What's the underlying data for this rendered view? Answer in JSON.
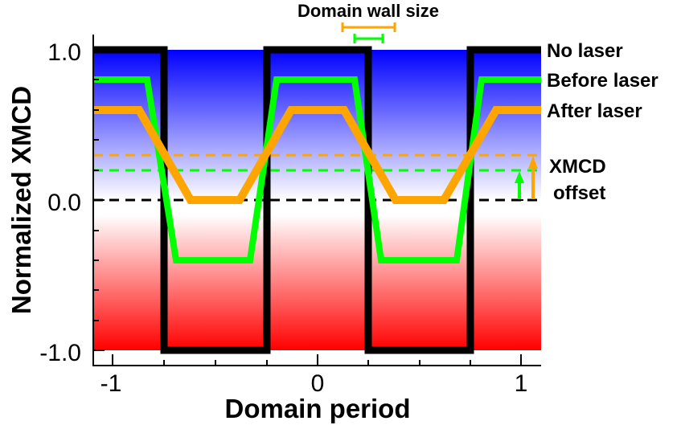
{
  "chart_data": {
    "type": "line",
    "title": "",
    "xlabel": "Domain period",
    "ylabel": "Normalized XMCD",
    "xlim": [
      -1.1,
      1.1
    ],
    "ylim": [
      -1.0,
      1.0
    ],
    "x_ticks": [
      -1,
      0,
      1
    ],
    "x_tick_labels": [
      "-1",
      "0",
      "1"
    ],
    "x_minor_ticks": [
      -0.75,
      -0.5,
      -0.25,
      0.25,
      0.5,
      0.75
    ],
    "y_ticks": [
      -1.0,
      0.0,
      1.0
    ],
    "y_tick_labels": [
      "-1.0",
      "0.0",
      "1.0"
    ],
    "y_minor_ticks": [
      -0.8,
      -0.6,
      -0.4,
      -0.2,
      0.2,
      0.4,
      0.6,
      0.8
    ],
    "grid": false,
    "background_gradient": {
      "top_color": "#0000ff",
      "middle_color": "#ffffff",
      "bottom_color": "#ff0000"
    },
    "series": [
      {
        "name": "No laser",
        "color": "#000000",
        "x": [
          -1.1,
          -0.75,
          -0.75,
          -0.25,
          -0.25,
          0.25,
          0.25,
          0.75,
          0.75,
          1.1
        ],
        "y": [
          1.0,
          1.0,
          -1.0,
          -1.0,
          1.0,
          1.0,
          -1.0,
          -1.0,
          1.0,
          1.0
        ]
      },
      {
        "name": "Before laser",
        "color": "#00ff00",
        "x": [
          -1.1,
          -0.83,
          -0.69,
          -0.33,
          -0.2,
          0.18,
          0.31,
          0.68,
          0.8,
          1.1
        ],
        "y": [
          0.8,
          0.8,
          -0.4,
          -0.4,
          0.8,
          0.8,
          -0.4,
          -0.4,
          0.8,
          0.8
        ]
      },
      {
        "name": "After laser",
        "color": "#ffa500",
        "x": [
          -1.1,
          -0.87,
          -0.62,
          -0.38,
          -0.13,
          0.13,
          0.38,
          0.62,
          0.87,
          1.1
        ],
        "y": [
          0.6,
          0.6,
          0.0,
          0.0,
          0.6,
          0.6,
          0.0,
          0.0,
          0.6,
          0.6
        ]
      }
    ],
    "reference_lines": [
      {
        "name": "Zero baseline",
        "y": 0.0,
        "style": "dashed",
        "color": "#000000"
      },
      {
        "name": "Before laser offset",
        "y": 0.2,
        "style": "dashed",
        "color": "#00ff00"
      },
      {
        "name": "After laser offset",
        "y": 0.3,
        "style": "dashed",
        "color": "#ffa500"
      }
    ],
    "annotations": [
      {
        "text": "Domain wall size",
        "type": "scale-bars",
        "bars": [
          {
            "color": "#ffa500",
            "length": 0.25
          },
          {
            "color": "#00ff00",
            "length": 0.13
          }
        ]
      },
      {
        "text": "XMCD offset",
        "type": "arrows",
        "arrows": [
          {
            "color": "#00ff00",
            "from": 0.0,
            "to": 0.2
          },
          {
            "color": "#ffa500",
            "from": 0.0,
            "to": 0.3
          }
        ]
      }
    ],
    "legend": {
      "position": "right",
      "entries": [
        "No laser",
        "Before laser",
        "After laser"
      ]
    }
  },
  "labels": {
    "y_axis": "Normalized XMCD",
    "x_axis": "Domain period",
    "y_tick_top": "1.0",
    "y_tick_mid": "0.0",
    "y_tick_bottom": "-1.0",
    "x_tick_left": "-1",
    "x_tick_mid": "0",
    "x_tick_right": "1",
    "legend_no_laser": "No laser",
    "legend_before": "Before laser",
    "legend_after": "After laser",
    "offset_line1": "XMCD",
    "offset_line2": "offset",
    "wall_size": "Domain wall size"
  }
}
